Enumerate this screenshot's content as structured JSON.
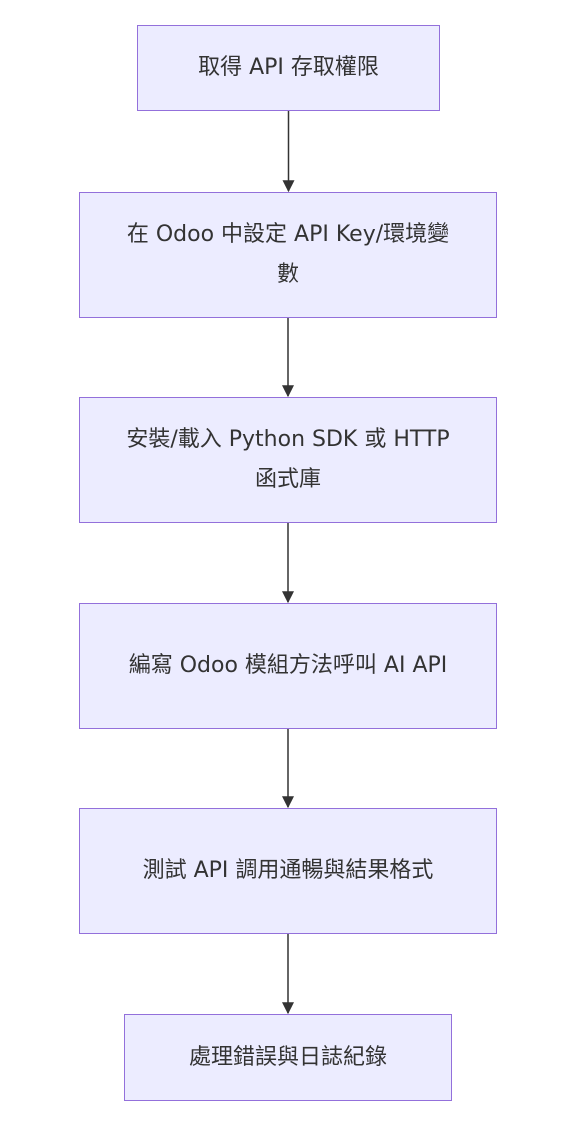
{
  "flowchart": {
    "nodes": [
      {
        "id": "step-1",
        "label": "取得 API 存取權限"
      },
      {
        "id": "step-2",
        "label": "在 Odoo 中設定 API Key/環境變數"
      },
      {
        "id": "step-3",
        "label": "安裝/載入 Python SDK 或 HTTP 函式庫"
      },
      {
        "id": "step-4",
        "label": "編寫 Odoo 模組方法呼叫 AI API"
      },
      {
        "id": "step-5",
        "label": "測試 API 調用通暢與結果格式"
      },
      {
        "id": "step-6",
        "label": "處理錯誤與日誌紀錄"
      }
    ],
    "edges": [
      {
        "from": "step-1",
        "to": "step-2"
      },
      {
        "from": "step-2",
        "to": "step-3"
      },
      {
        "from": "step-3",
        "to": "step-4"
      },
      {
        "from": "step-4",
        "to": "step-5"
      },
      {
        "from": "step-5",
        "to": "step-6"
      }
    ],
    "colors": {
      "node_fill": "#ececff",
      "node_border": "#9370db",
      "text": "#333333",
      "edge": "#333333"
    }
  }
}
